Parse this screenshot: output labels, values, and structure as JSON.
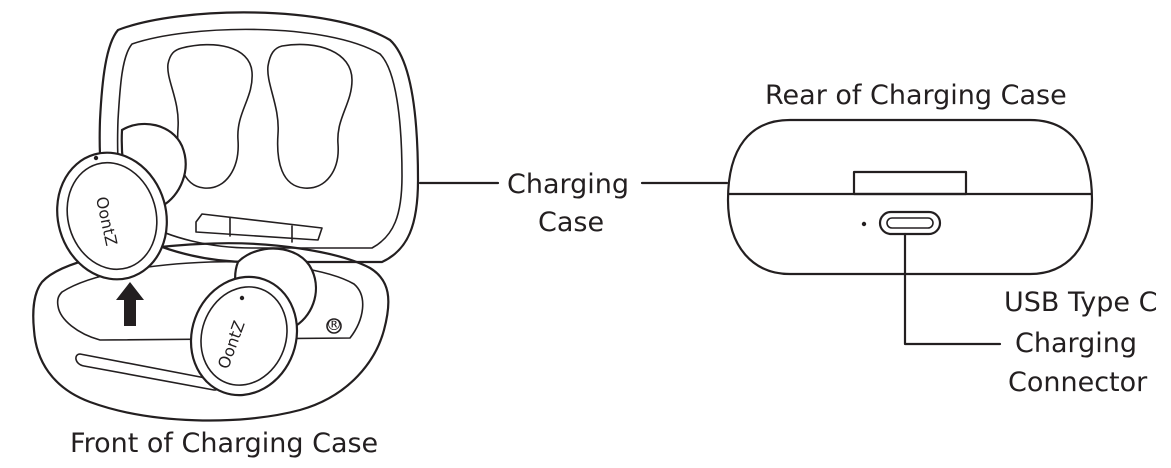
{
  "labels": {
    "front": "Front of Charging Case",
    "rear": "Rear of Charging Case",
    "charging_case": [
      "Charging",
      "Case"
    ],
    "usb": [
      "USB Type C",
      "Charging",
      "Connector"
    ]
  },
  "earbud_logo": "OontZ",
  "registered_mark": "®"
}
